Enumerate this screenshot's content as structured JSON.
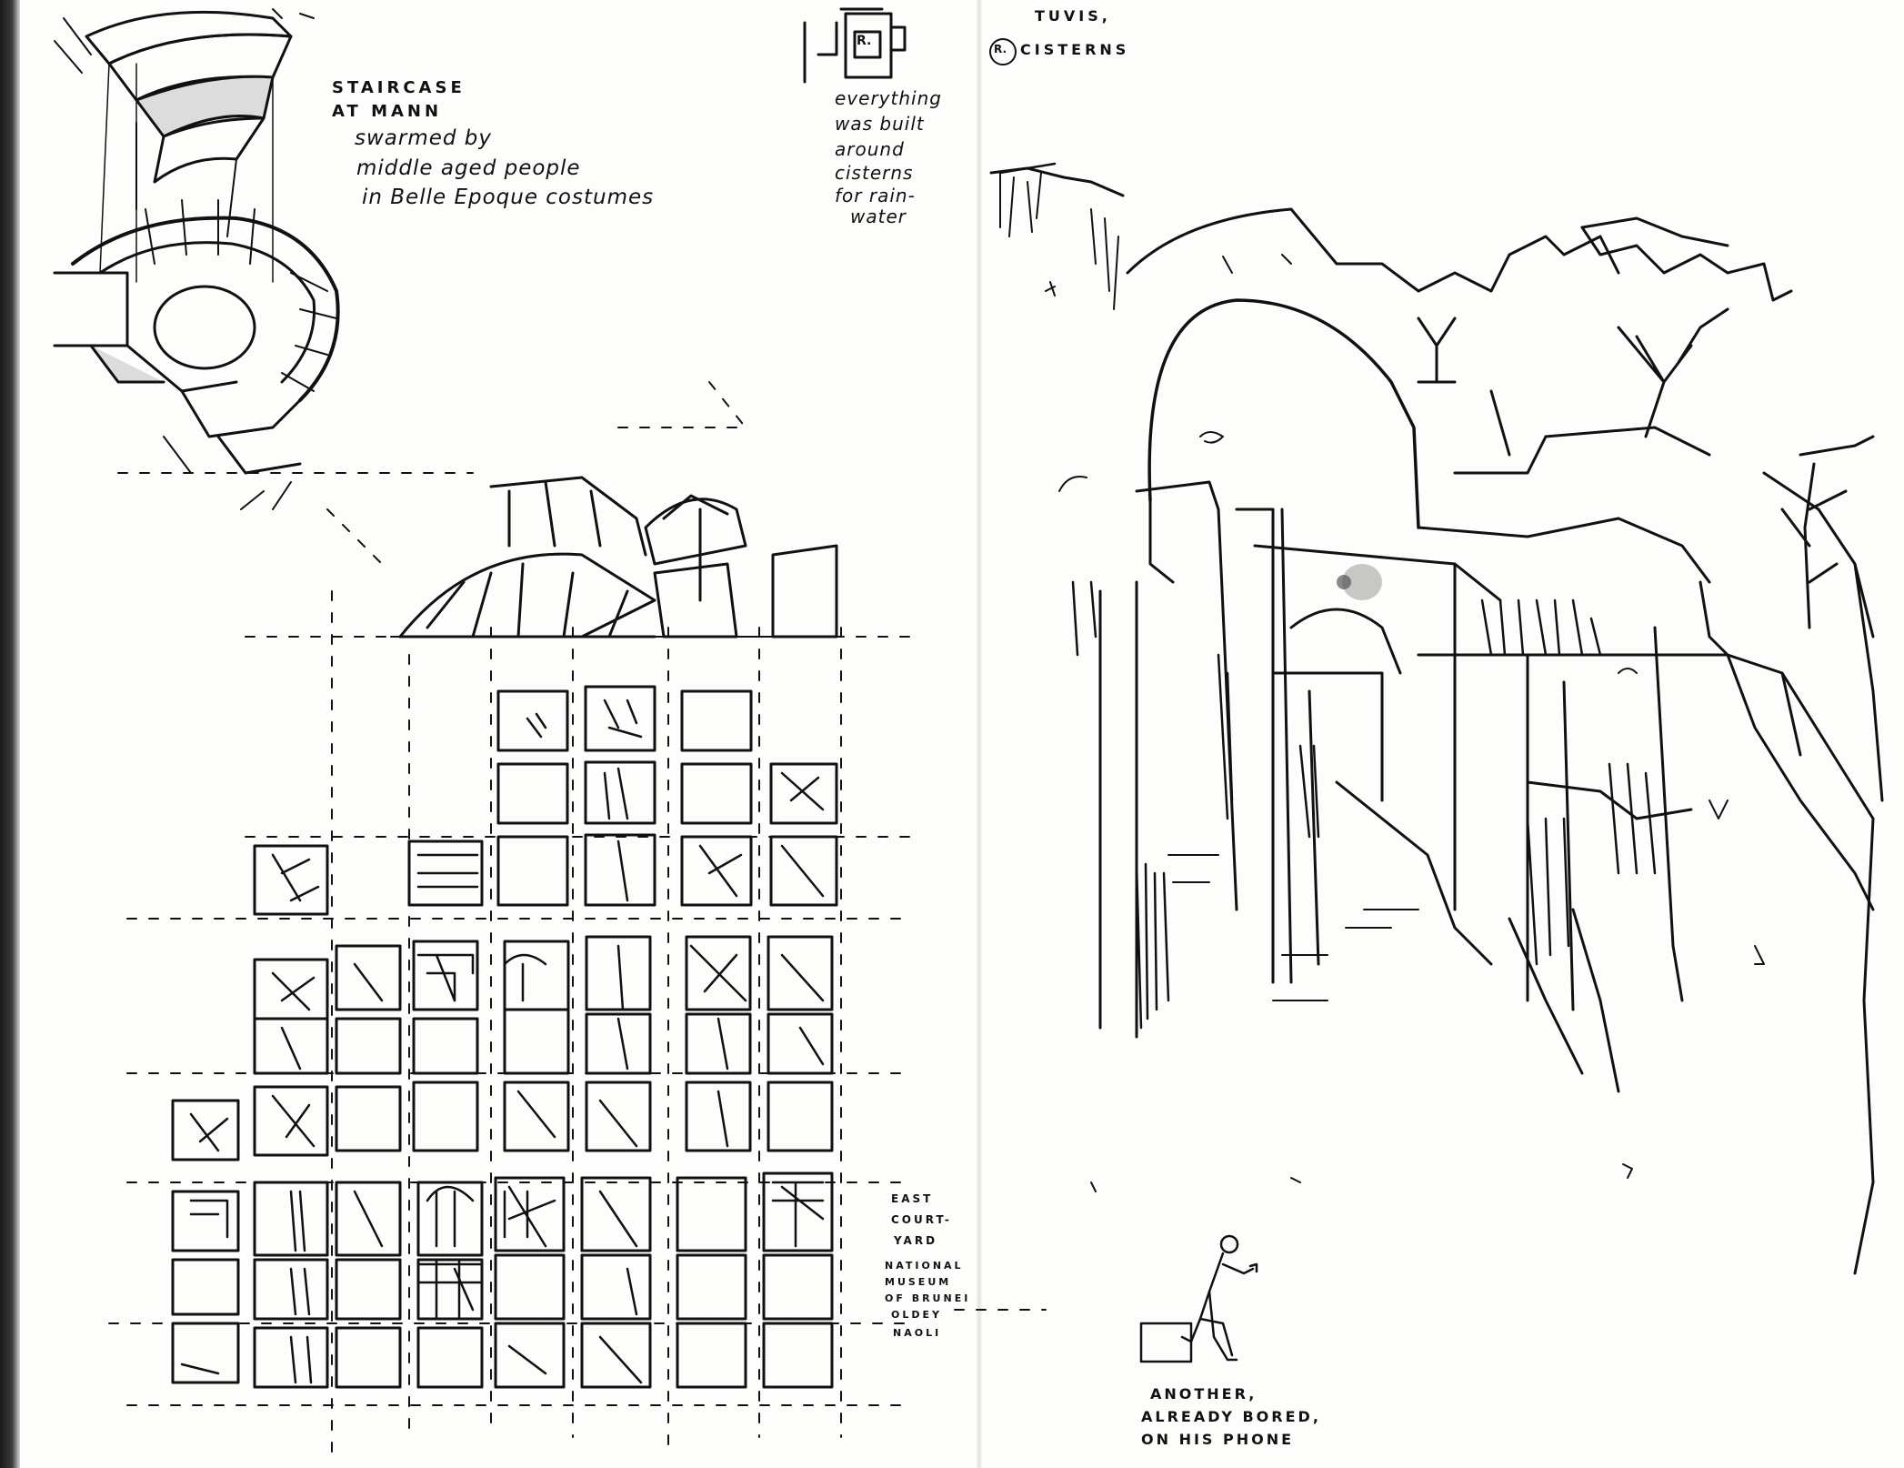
{
  "notes": {
    "staircase_title_1": "STAIRCASE",
    "staircase_title_2": "AT MANN",
    "staircase_desc_1": "swarmed by",
    "staircase_desc_2": "middle aged people",
    "staircase_desc_3": "in Belle Epoque costumes",
    "cistern_1": "everything",
    "cistern_2": "was built",
    "cistern_3": "around",
    "cistern_4": "cisterns",
    "cistern_5": "for rain-",
    "cistern_6": "water",
    "tufo_1": "TUVIS,",
    "tufo_2": "CISTERNS",
    "courtyard_1": "EAST",
    "courtyard_2": "COURT-",
    "courtyard_3": "YARD",
    "courtyard_4": "NATIONAL",
    "courtyard_5": "MUSEUM",
    "courtyard_6": "OF BRUNEI",
    "courtyard_7": "OLDEY",
    "courtyard_8": "NAOLI",
    "phone_1": "ANOTHER,",
    "phone_2": "ALREADY BORED,",
    "phone_3": "ON HIS PHONE",
    "circled_letter": "R."
  },
  "colors": {
    "ink": "#111111",
    "paper": "#fdfdfb",
    "binding": "#222222",
    "stain": "#8a8a8a"
  }
}
